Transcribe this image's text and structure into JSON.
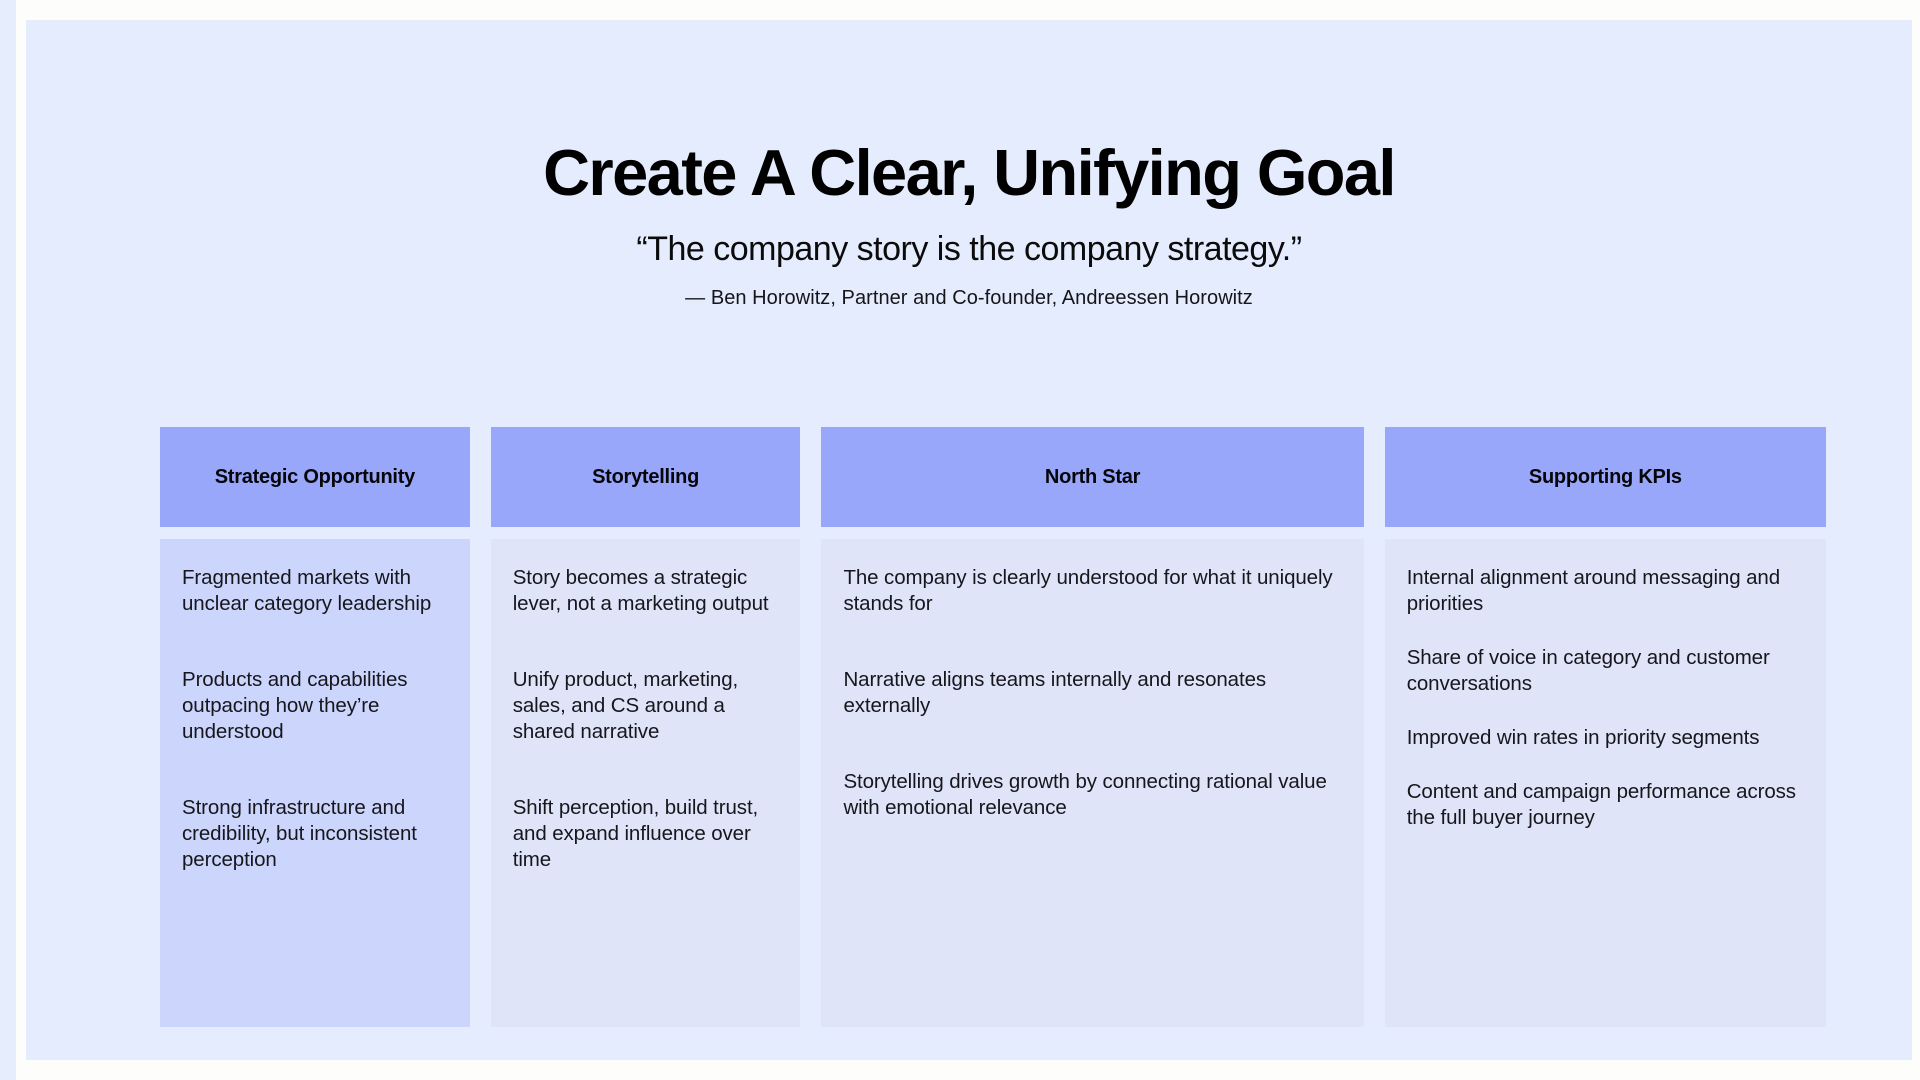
{
  "slide": {
    "title": "Create A Clear, Unifying Goal",
    "subtitle": "“The company story is the company strategy.”",
    "attribution": "— Ben Horowitz, Partner and Co-founder, Andreessen Horowitz",
    "colors": {
      "page_background": "#fdfdfb",
      "slide_background": "#e5ecfd",
      "column_header": "#98a7fa",
      "column_body": "#dfe4f8",
      "column_body_accent": "#ccd5fb",
      "text": "#16161c"
    },
    "columns": [
      {
        "header": "Strategic Opportunity",
        "accent": true,
        "items": [
          "Fragmented markets with unclear category leadership",
          "Products and capabilities outpacing how they’re understood",
          "Strong infrastructure and credibility, but inconsistent perception"
        ]
      },
      {
        "header": "Storytelling",
        "accent": false,
        "items": [
          "Story becomes a strategic lever, not a marketing output",
          "Unify product, marketing, sales, and CS around a shared narrative",
          "Shift perception, build trust, and expand influence over time"
        ]
      },
      {
        "header": "North Star",
        "accent": false,
        "items": [
          "The company is clearly understood for what it uniquely stands for",
          "Narrative aligns teams internally and resonates externally",
          "Storytelling drives growth by connecting rational value with emotional relevance"
        ]
      },
      {
        "header": "Supporting KPIs",
        "accent": false,
        "items": [
          "Internal alignment around messaging and priorities",
          "Share of voice in category and customer conversations",
          "Improved win rates in priority segments",
          "Content and campaign performance across the full buyer journey"
        ]
      }
    ]
  }
}
